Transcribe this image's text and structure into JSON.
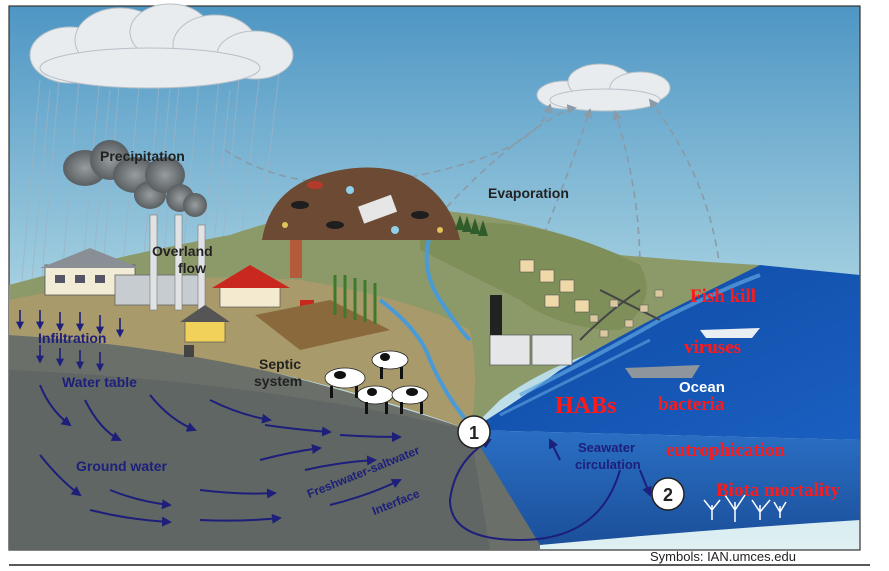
{
  "labels": {
    "precipitation": "Precipitation",
    "overland_flow_line1": "Overland",
    "overland_flow_line2": "flow",
    "evaporation": "Evaporation",
    "infiltration": "Infiltration",
    "water_table": "Water table",
    "ground_water": "Ground water",
    "septic_line1": "Septic",
    "septic_line2": "system",
    "ocean": "Ocean",
    "seawater_line1": "Seawater",
    "seawater_line2": "circulation",
    "interface_line1": "Freshwater-saltwater",
    "interface_line2": "Interface",
    "marker1": "1",
    "marker2": "2"
  },
  "impacts": {
    "fish_kill": "Fish kill",
    "viruses": "viruses",
    "habs": "HABs",
    "bacteria": "bacteria",
    "eutrophication": "eutrophication",
    "biota_mortality": "Biota mortality"
  },
  "credit": "Symbols: IAN.umces.edu",
  "colors": {
    "sky_top": "#4e96c4",
    "sky_bottom": "#dff0f2",
    "ocean": "#1450a8",
    "groundwater": "#6a6f6a",
    "land": "#8c9a6a",
    "impact_red": "#ff1a1a",
    "label_navy": "#1d1f7a"
  }
}
